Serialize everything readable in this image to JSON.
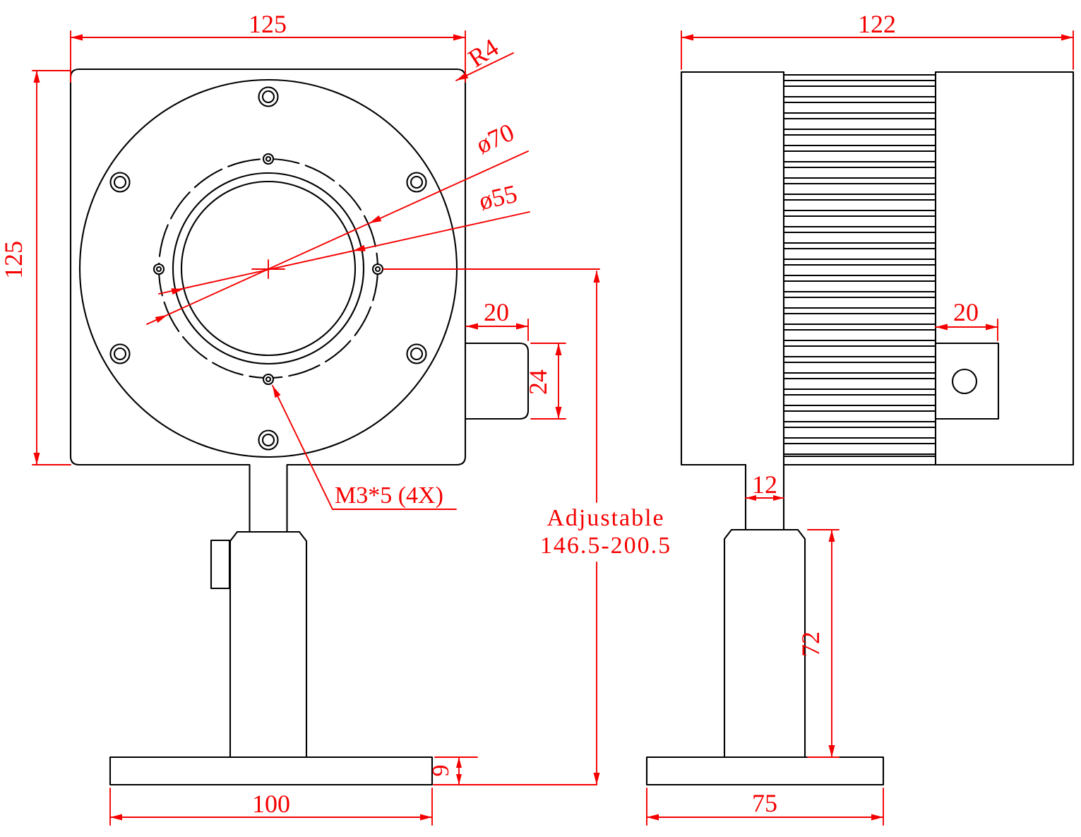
{
  "colors": {
    "outline": "#000000",
    "dimension": "#ff0000",
    "background": "#ffffff"
  },
  "front": {
    "width": "125",
    "height": "125",
    "corner_radius": "R4",
    "bolt_circle_dia": "ø70",
    "aperture_dia": "ø55",
    "connector_width": "20",
    "connector_height": "24",
    "screw_spec": "M3*5 (4X)",
    "base_width": "100",
    "base_thickness": "9"
  },
  "adjustable": {
    "label": "Adjustable",
    "range": "146.5-200.5"
  },
  "side": {
    "width": "122",
    "connector_width": "20",
    "stem_width": "12",
    "post_height": "72",
    "base_width": "75"
  }
}
